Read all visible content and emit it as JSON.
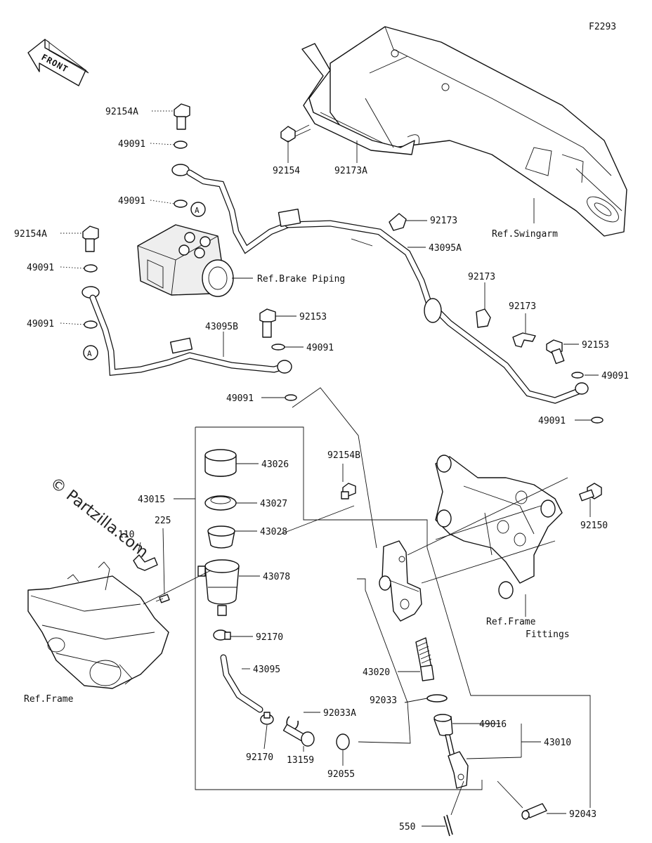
{
  "figure_code": "F2293",
  "front_label": "FRONT",
  "watermark": "© Partzilla.com",
  "callout_marker": "A",
  "parts": {
    "p92154A_top": "92154A",
    "p49091_1": "49091",
    "p49091_2": "49091",
    "p92154A_left": "92154A",
    "p49091_3": "49091",
    "p49091_4": "49091",
    "p92154": "92154",
    "p92173A": "92173A",
    "p92173_1": "92173",
    "p43095A": "43095A",
    "p92173_2": "92173",
    "p92173_3": "92173",
    "p92153_1": "92153",
    "p92153_2": "92153",
    "p43095B": "43095B",
    "p49091_5": "49091",
    "p49091_6": "49091",
    "p49091_7": "49091",
    "p49091_8": "49091",
    "p92154B": "92154B",
    "p43026": "43026",
    "p43015": "43015",
    "p43027": "43027",
    "p43028": "43028",
    "p225": "225",
    "p110": "110",
    "p43078": "43078",
    "p92170_1": "92170",
    "p43095": "43095",
    "p92033A": "92033A",
    "p92170_2": "92170",
    "p13159": "13159",
    "p92055": "92055",
    "p43020": "43020",
    "p92033": "92033",
    "p49016": "49016",
    "p43010": "43010",
    "p92043": "92043",
    "p550": "550",
    "p92150": "92150"
  },
  "references": {
    "swingarm": "Ref.Swingarm",
    "brake_piping": "Ref.Brake Piping",
    "frame": "Ref.Frame",
    "frame_fittings_1": "Ref.Frame",
    "frame_fittings_2": "Fittings"
  }
}
